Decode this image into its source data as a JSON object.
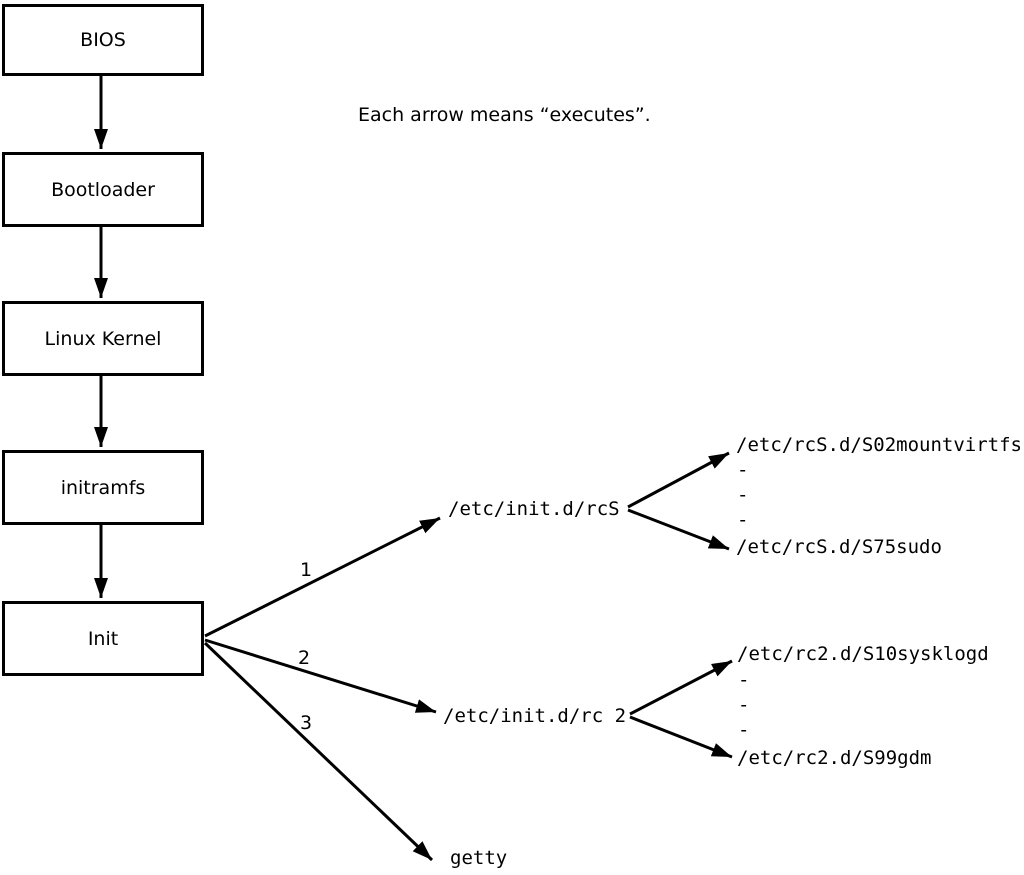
{
  "caption": "Each arrow means “executes”.",
  "chain": [
    {
      "label": "BIOS"
    },
    {
      "label": "Bootloader"
    },
    {
      "label": "Linux Kernel"
    },
    {
      "label": "initramfs"
    },
    {
      "label": "Init"
    }
  ],
  "branches": [
    {
      "number": "1",
      "target": "/etc/init.d/rcS",
      "scripts": {
        "first": "/etc/rcS.d/S02mountvirtfs",
        "ellipsis": [
          "-",
          "-",
          "-"
        ],
        "last": "/etc/rcS.d/S75sudo"
      }
    },
    {
      "number": "2",
      "target": "/etc/init.d/rc 2",
      "scripts": {
        "first": "/etc/rc2.d/S10sysklogd",
        "ellipsis": [
          "-",
          "-",
          "-"
        ],
        "last": "/etc/rc2.d/S99gdm"
      }
    },
    {
      "number": "3",
      "target": "getty"
    }
  ],
  "colors": {
    "line": "#000000",
    "background": "#ffffff"
  }
}
